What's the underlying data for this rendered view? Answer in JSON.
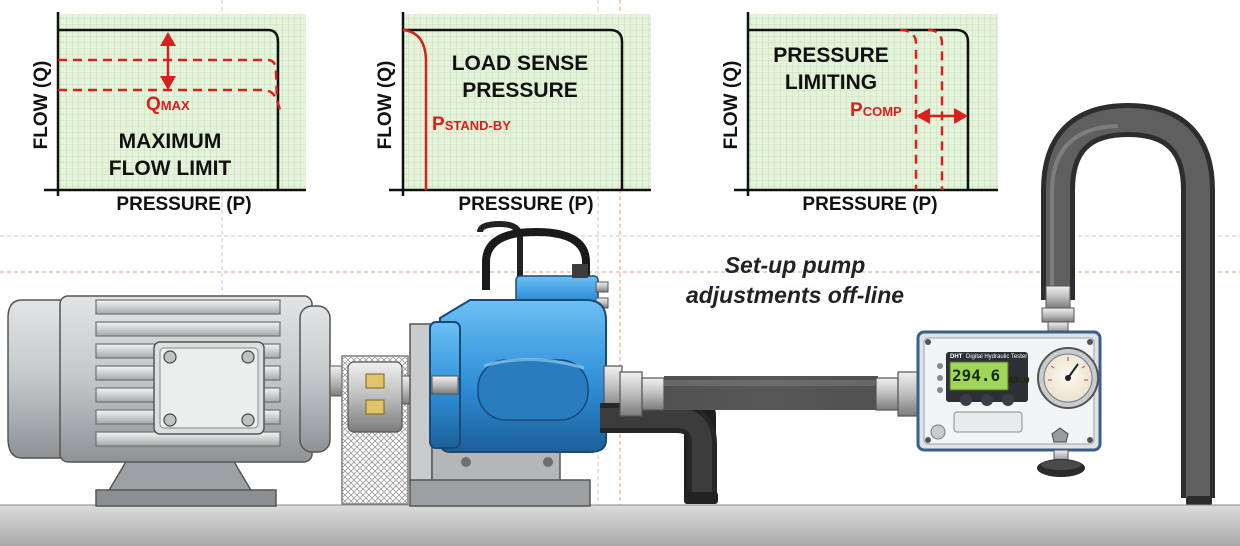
{
  "graphs": [
    {
      "y_axis_label": "FLOW (Q)",
      "x_axis_label": "PRESSURE (P)",
      "title_lines": [
        "MAXIMUM",
        "FLOW LIMIT"
      ],
      "annotation_main": "Q",
      "annotation_sub": "MAX"
    },
    {
      "y_axis_label": "FLOW (Q)",
      "x_axis_label": "PRESSURE (P)",
      "title_lines": [
        "LOAD SENSE",
        "PRESSURE"
      ],
      "annotation_main": "P",
      "annotation_sub": "STAND-BY"
    },
    {
      "y_axis_label": "FLOW (Q)",
      "x_axis_label": "PRESSURE (P)",
      "title_lines": [
        "PRESSURE",
        "LIMITING"
      ],
      "annotation_main": "P",
      "annotation_sub": "COMP"
    }
  ],
  "tagline_lines": [
    "Set-up pump",
    "adjustments off-line"
  ],
  "tester": {
    "brand": "DHT",
    "name": "Digital Hydraulic Tester",
    "reading_main": "294.6",
    "reading_sub": "48.0"
  },
  "colors": {
    "grid_bg": "#e6f3dc",
    "grid_line": "#9ccc86",
    "curve": "#111111",
    "accent_red": "#d8201f",
    "pump_blue": "#2f8fd8",
    "motor_grey": "#b9bcbe",
    "hose": "#4a4a4a",
    "lcd": "#9fd65a"
  }
}
